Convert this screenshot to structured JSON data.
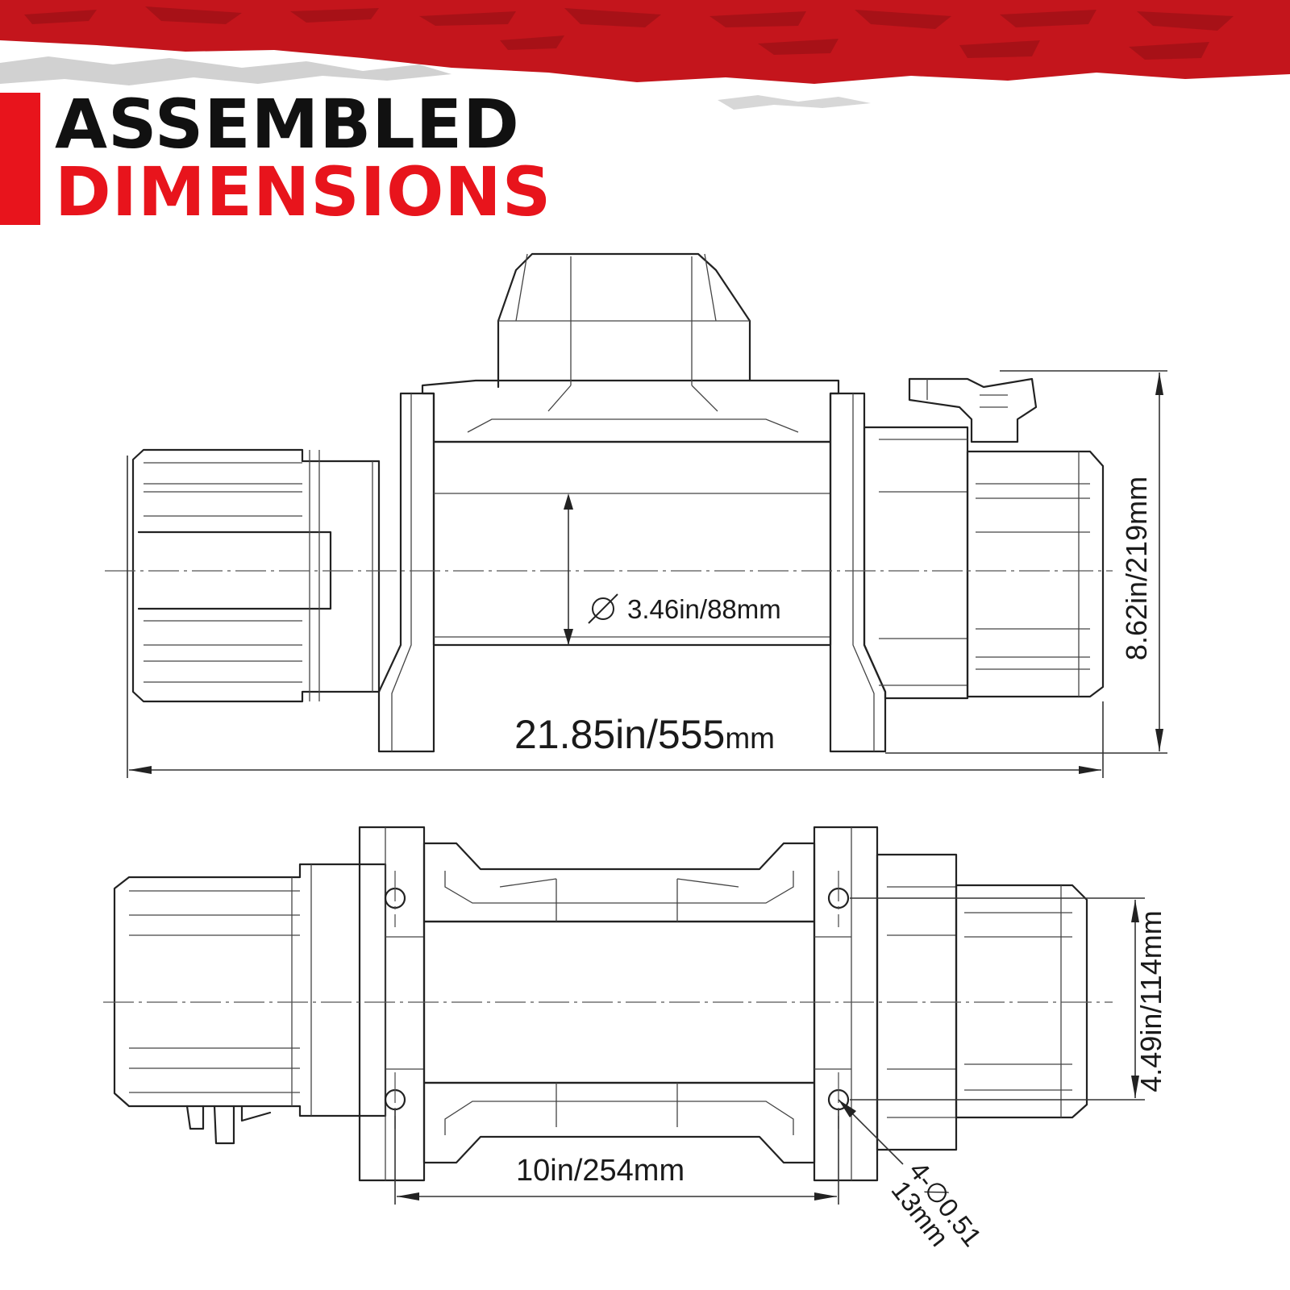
{
  "header": {
    "title_line1": "ASSEMBLED",
    "title_line2": "DIMENSIONS"
  },
  "colors": {
    "accent": "#e8141c",
    "banner": "#c4151c",
    "text": "#111111",
    "line": "#222222"
  },
  "front_view": {
    "drum_diameter": "3.46in/88mm",
    "overall_length_value": "21.85in/555",
    "overall_length_unit": "mm",
    "overall_height": "8.62in/219mm"
  },
  "top_view": {
    "mount_spacing_length": "10in/254mm",
    "mount_spacing_width": "4.49in/114mm",
    "mount_holes_line1": "4-∅0.51",
    "mount_holes_line2": "13mm"
  }
}
